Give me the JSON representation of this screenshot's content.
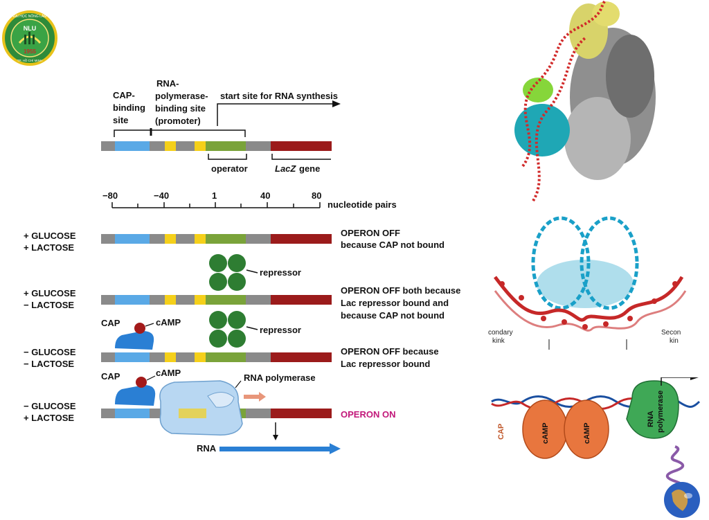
{
  "logo": {
    "text_top": "ĐẠI HỌC NÔNG LÂM",
    "text_mid": "NLU",
    "year": "1955",
    "text_bottom": "TP. HỒ CHÍ MINH"
  },
  "top": {
    "cap_site": [
      "CAP-",
      "binding",
      "site"
    ],
    "rnap_site": [
      "RNA-",
      "polymerase-",
      "binding site",
      "(promoter)"
    ],
    "start_site": "start site for RNA synthesis",
    "operator": "operator",
    "lacz": "LacZ",
    "gene": "gene"
  },
  "scale": {
    "ticks": [
      "−80",
      "−40",
      "1",
      "40",
      "80"
    ],
    "unit": "nucleotide pairs"
  },
  "rows": [
    {
      "cond1": "+ GLUCOSE",
      "cond2": "+ LACTOSE",
      "result": [
        "OPERON OFF",
        "because CAP not bound"
      ]
    },
    {
      "cond1": "+ GLUCOSE",
      "cond2": "− LACTOSE",
      "result": [
        "OPERON OFF both because",
        "Lac repressor bound and",
        "because CAP not bound"
      ]
    },
    {
      "cond1": "− GLUCOSE",
      "cond2": "− LACTOSE",
      "result": [
        "OPERON OFF because",
        "Lac repressor bound"
      ]
    },
    {
      "cond1": "− GLUCOSE",
      "cond2": "+ LACTOSE",
      "result": [
        "OPERON ON"
      ]
    }
  ],
  "labels": {
    "repressor": "repressor",
    "cap": "CAP",
    "camp": "cAMP",
    "rna_polymerase": "RNA polymerase",
    "rna": "RNA"
  },
  "right": {
    "kink_left": [
      "condary",
      "kink"
    ],
    "kink_right": [
      "Secon",
      "kin"
    ],
    "cap": "CAP",
    "camp": "cAMP",
    "rnap": [
      "RNA",
      "polymerase"
    ]
  },
  "colors": {
    "gray": "#8a8a8a",
    "blue": "#5aa9e6",
    "yellow": "#f5d01a",
    "green": "#7aa33a",
    "red": "#9b1b1b",
    "repressor": "#2e7d32",
    "on": "#c2187a",
    "cap": "#2a7fd4",
    "camp": "#a31a1a"
  }
}
